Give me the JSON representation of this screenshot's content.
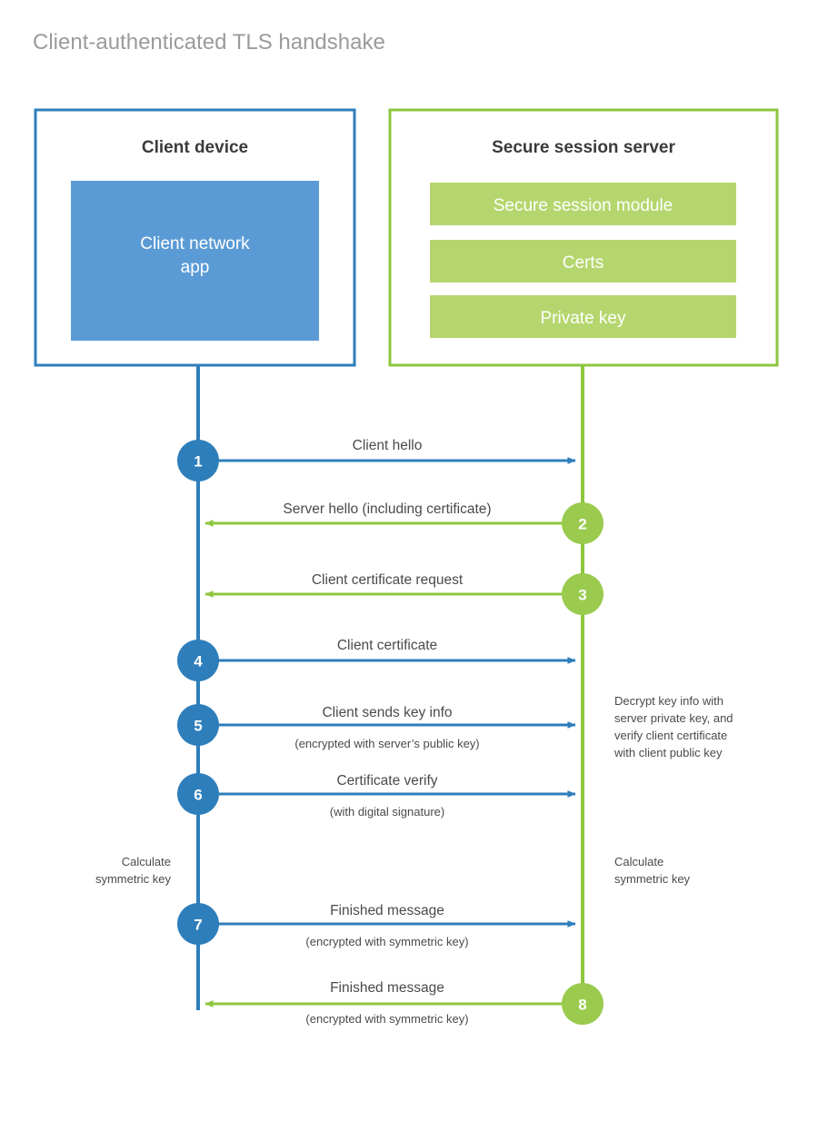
{
  "title": "Client-authenticated TLS handshake",
  "colors": {
    "client_border": "#2E7EBB",
    "client_fill": "#5B9BD5",
    "client_circle": "#2E7EBB",
    "server_border": "#8DC63F",
    "server_fill": "#B5D66E",
    "server_circle": "#9ACB4E",
    "title_gray": "#9b9b9b",
    "text_gray": "#4a4a4a",
    "heading_dark": "#3b3b3b",
    "background": "#ffffff"
  },
  "client": {
    "title": "Client device",
    "app_label_line1": "Client network",
    "app_label_line2": "app",
    "calculate_note_line1": "Calculate",
    "calculate_note_line2": "symmetric key"
  },
  "server": {
    "title": "Secure session server",
    "modules": [
      "Secure session module",
      "Certs",
      "Private key"
    ],
    "decrypt_note": [
      "Decrypt key info with",
      "server private key, and",
      "verify client certificate",
      "with client public key"
    ],
    "calculate_note_line1": "Calculate",
    "calculate_note_line2": "symmetric key"
  },
  "steps": [
    {
      "number": "1",
      "label": "Client hello",
      "sublabel": "",
      "direction": "client-to-server",
      "side": "client"
    },
    {
      "number": "2",
      "label": "Server hello (including certificate)",
      "sublabel": "",
      "direction": "server-to-client",
      "side": "server"
    },
    {
      "number": "3",
      "label": "Client certificate request",
      "sublabel": "",
      "direction": "server-to-client",
      "side": "server"
    },
    {
      "number": "4",
      "label": "Client certificate",
      "sublabel": "",
      "direction": "client-to-server",
      "side": "client"
    },
    {
      "number": "5",
      "label": "Client sends key info",
      "sublabel": "(encrypted with server’s public key)",
      "direction": "client-to-server",
      "side": "client"
    },
    {
      "number": "6",
      "label": "Certificate verify",
      "sublabel": "(with digital signature)",
      "direction": "client-to-server",
      "side": "client"
    },
    {
      "number": "7",
      "label": "Finished message",
      "sublabel": "(encrypted with symmetric key)",
      "direction": "client-to-server",
      "side": "client"
    },
    {
      "number": "8",
      "label": "Finished message",
      "sublabel": "(encrypted with symmetric key)",
      "direction": "server-to-client",
      "side": "server"
    }
  ]
}
